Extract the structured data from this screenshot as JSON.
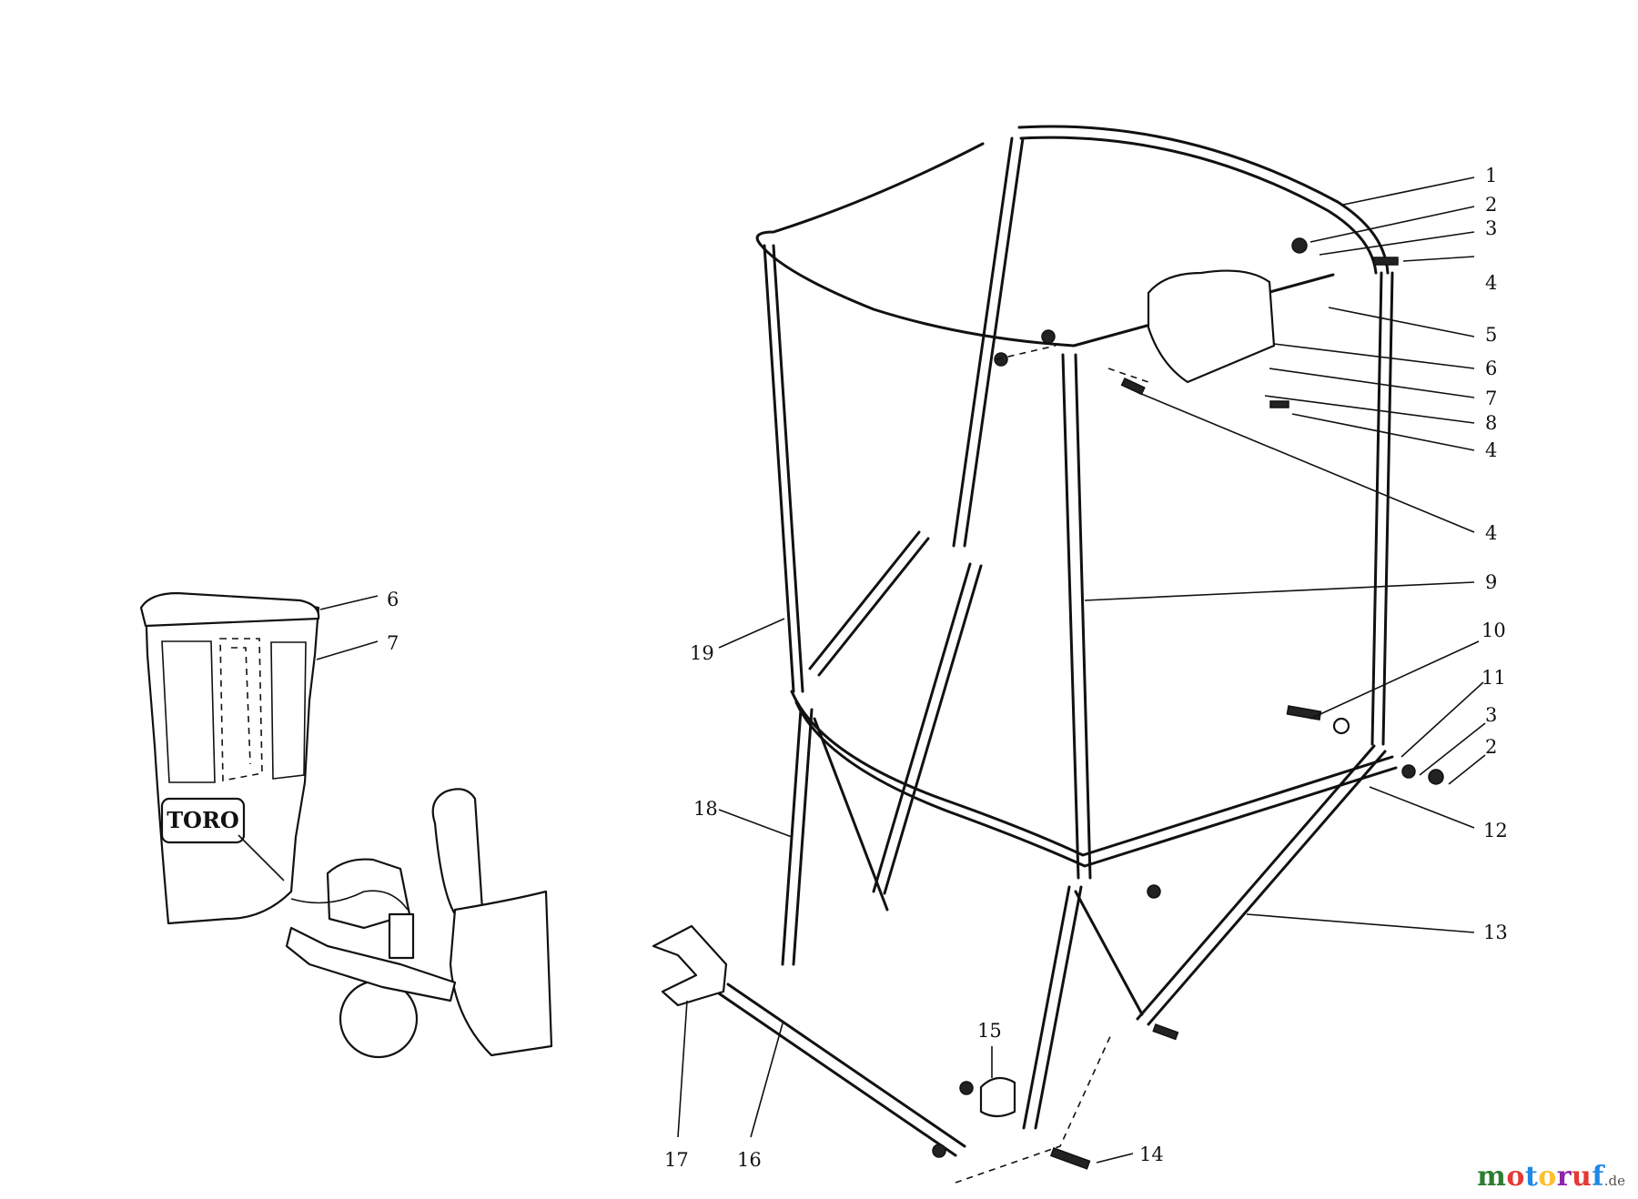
{
  "diagram": {
    "callouts": [
      "1",
      "2",
      "3",
      "4",
      "5",
      "6",
      "7",
      "8",
      "4",
      "4",
      "9",
      "10",
      "11",
      "3",
      "2",
      "12",
      "13",
      "14",
      "15",
      "16",
      "17",
      "18",
      "19"
    ],
    "inset_callouts": [
      "6",
      "7"
    ],
    "inset_logo": "TORO"
  },
  "watermark": {
    "text_letters": [
      "m",
      "o",
      "t",
      "o",
      "r",
      "u",
      "f"
    ],
    "tld": ".de",
    "colors": [
      "#2e7d32",
      "#e53935",
      "#1e88e5",
      "#fbc02d",
      "#8e24aa",
      "#e53935",
      "#1e88e5"
    ]
  }
}
